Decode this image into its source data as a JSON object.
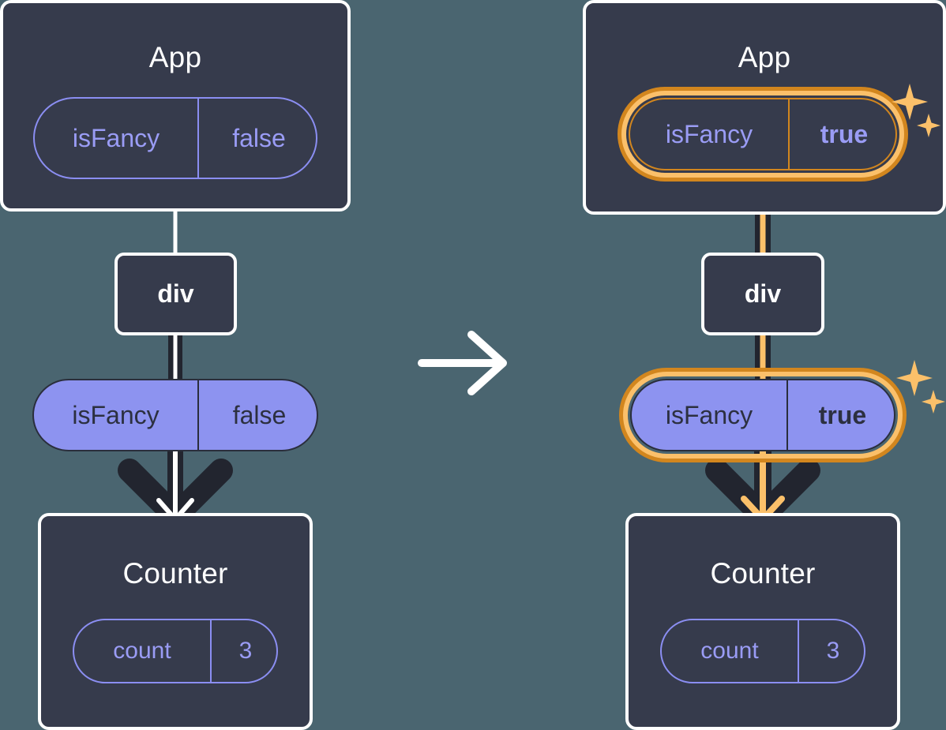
{
  "meta": {
    "diagram_title": "React state propagation: isFancy false to true",
    "background_color": "#4a6570",
    "node_fill": "#363b4c",
    "node_border": "#ffffff",
    "pill_purple": "#8d93f0",
    "pill_outline_purple": "#8b8ef2",
    "highlight_outer": "#d2861e",
    "highlight_inner": "#fbc06a",
    "line_dark": "#22252f",
    "line_light": "#ffffff"
  },
  "left": {
    "app": {
      "title": "App",
      "state": {
        "key": "isFancy",
        "value": "false"
      }
    },
    "div": {
      "label": "div"
    },
    "props": {
      "key": "isFancy",
      "value": "false"
    },
    "counter": {
      "title": "Counter",
      "state": {
        "key": "count",
        "value": "3"
      }
    }
  },
  "right": {
    "app": {
      "title": "App",
      "state": {
        "key": "isFancy",
        "value": "true"
      }
    },
    "div": {
      "label": "div"
    },
    "props": {
      "key": "isFancy",
      "value": "true"
    },
    "counter": {
      "title": "Counter",
      "state": {
        "key": "count",
        "value": "3"
      }
    }
  },
  "transition": {
    "icon": "right-arrow-icon"
  },
  "sparkle_icons": {
    "name": "sparkle-icon",
    "count": 2
  }
}
